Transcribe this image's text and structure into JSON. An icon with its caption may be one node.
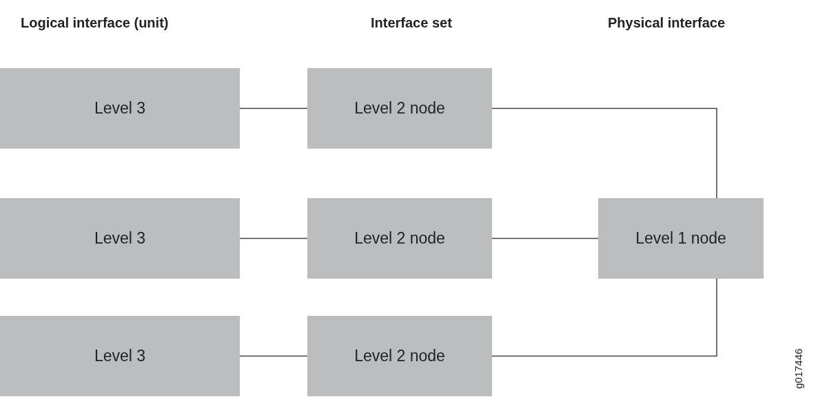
{
  "diagram": {
    "nodes": [
      {
        "text": [
          "Level 3"
        ]
      },
      {
        "text": [
          "Level 2 node"
        ]
      },
      {
        "text": [
          "Level 3"
        ]
      },
      {
        "text": [
          "Level 2 node"
        ]
      },
      {
        "text": [
          "Level 1 node"
        ]
      },
      {
        "text": [
          "Level 3"
        ]
      },
      {
        "text": [
          "Level 2 node"
        ]
      }
    ],
    "edges": [
      {
        "from": 0,
        "to": 1,
        "arrow": "none"
      },
      {
        "from": 1,
        "to": 4,
        "arrow": "none"
      },
      {
        "from": 2,
        "to": 3,
        "arrow": "none"
      },
      {
        "from": 3,
        "to": 4,
        "arrow": "none"
      },
      {
        "from": 5,
        "to": 6,
        "arrow": "none"
      },
      {
        "from": 6,
        "to": 4,
        "arrow": "none"
      }
    ],
    "labels": [
      "Logical interface (unit)",
      "Interface set",
      "Physical interface",
      "g017446"
    ]
  }
}
